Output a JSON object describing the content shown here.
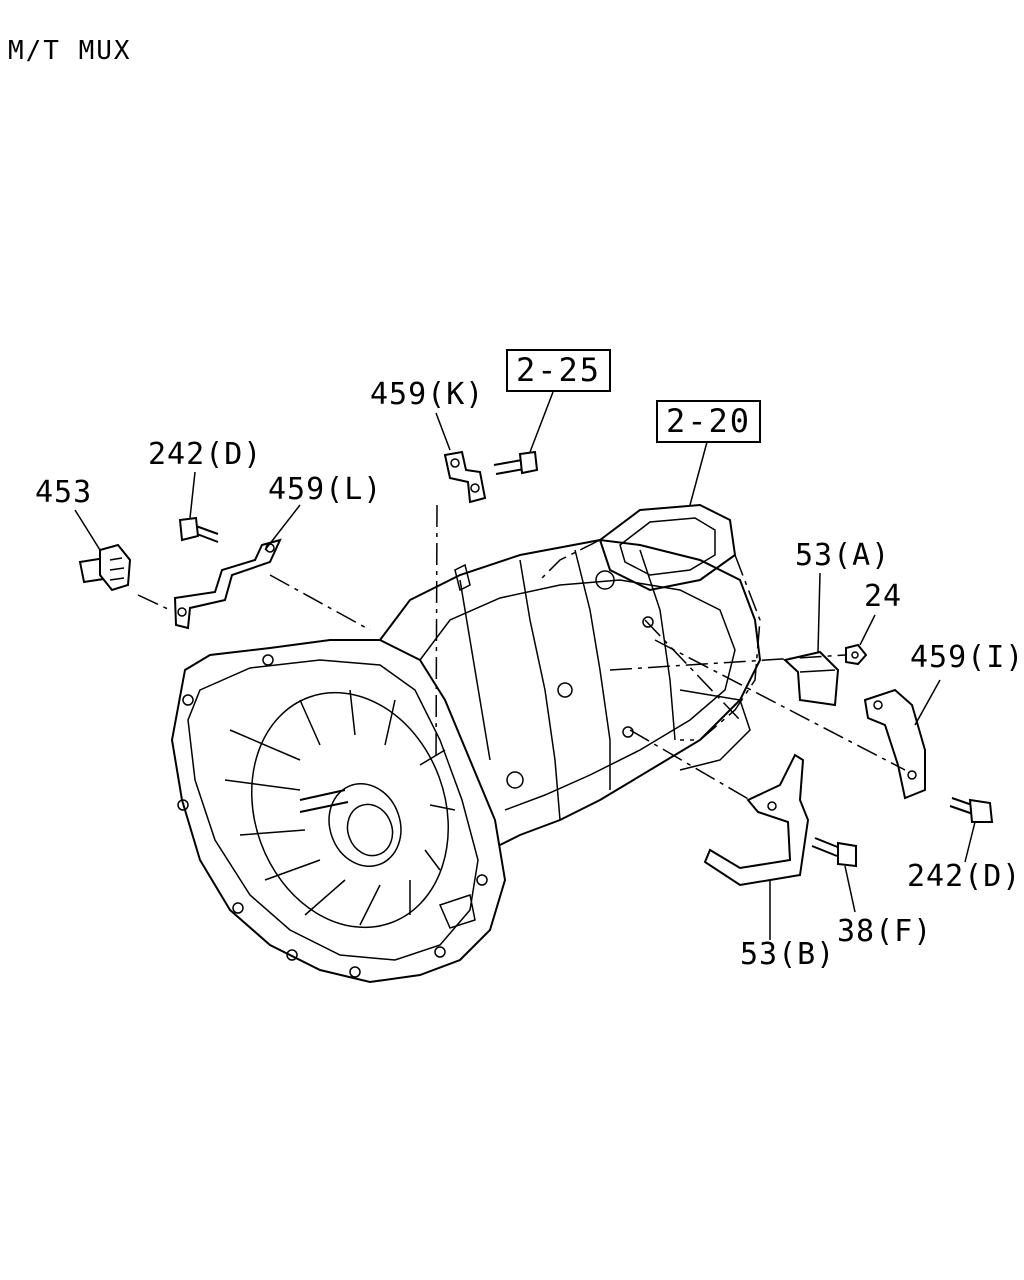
{
  "diagram": {
    "title": "M/T MUX",
    "references": [
      "2-25",
      "2-20"
    ],
    "callouts": [
      "459(K)",
      "242(D)",
      "459(L)",
      "453",
      "53(A)",
      "24",
      "459(I)",
      "242(D)",
      "38(F)",
      "53(B)"
    ]
  }
}
